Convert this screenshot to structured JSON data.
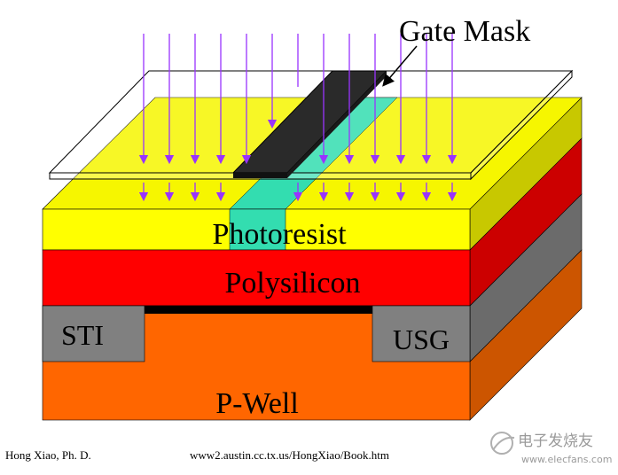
{
  "diagram": {
    "mask_label": "Gate Mask",
    "layers": {
      "photoresist": "Photoresist",
      "polysilicon": "Polysilicon",
      "sti": "STI",
      "usg": "USG",
      "pwell": "P-Well"
    }
  },
  "colors": {
    "photoresist": "#ffff00",
    "photoresist_top": "#f6f600",
    "photoresist_side": "#c8c800",
    "exposed_region": "#33ddb0",
    "polysilicon": "#ff0000",
    "polysilicon_side": "#cc0000",
    "oxide": "#808080",
    "oxide_side": "#6b6b6b",
    "pwell": "#ff6600",
    "pwell_side": "#cc5500",
    "gate_oxide": "#000000",
    "mask_gate": "#2a2a2a",
    "uv_light": "#9933ff"
  },
  "footer": {
    "author": "Hong Xiao, Ph. D.",
    "url": "www2.austin.cc.tx.us/HongXiao/Book.htm",
    "watermark_main": "电子发烧友",
    "watermark_sub": "www.elecfans.com"
  }
}
